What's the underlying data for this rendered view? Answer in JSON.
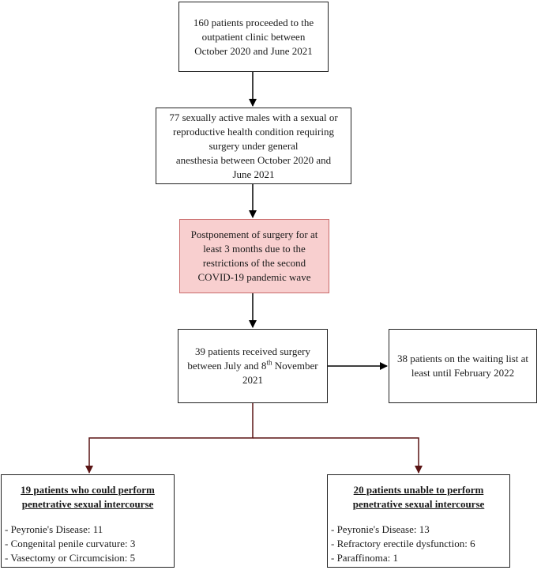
{
  "nodes": {
    "start": {
      "lines": [
        "160 patients proceeded to the",
        "outpatient clinic between",
        "October 2020 and June 2021"
      ]
    },
    "eligible": {
      "lines": [
        "77 sexually active males with a sexual or",
        "reproductive health condition requiring",
        "surgery under general",
        "anesthesia between October 2020 and",
        "June 2021"
      ]
    },
    "postponement": {
      "lines": [
        "Postponement of surgery for at",
        "least 3 months due to the",
        "restrictions of the second",
        "COVID-19 pandemic wave"
      ]
    },
    "received": {
      "line1": "39 patients received surgery",
      "line2_pre": "between July and 8",
      "line2_sup": "th",
      "line2_post": " November",
      "line3": "2021"
    },
    "waiting": {
      "lines": [
        "38 patients on the waiting list at",
        "least until February 2022"
      ]
    },
    "could": {
      "title_lines": [
        "19 patients who could perform",
        "penetrative sexual intercourse"
      ],
      "items": [
        "- Peyronie's Disease: 11",
        "- Congenital penile curvature: 3",
        "- Vasectomy or Circumcision: 5"
      ]
    },
    "unable": {
      "title_lines": [
        "20 patients unable to perform",
        "penetrative sexual intercourse"
      ],
      "items": [
        "- Peyronie's Disease: 13",
        "- Refractory erectile dysfunction: 6",
        "- Paraffinoma: 1"
      ]
    }
  },
  "colors": {
    "arrow_black": "#000000",
    "arrow_dark_red": "#5a1414",
    "highlight_fill": "#f8cfcf",
    "highlight_border": "#c96b6b"
  }
}
